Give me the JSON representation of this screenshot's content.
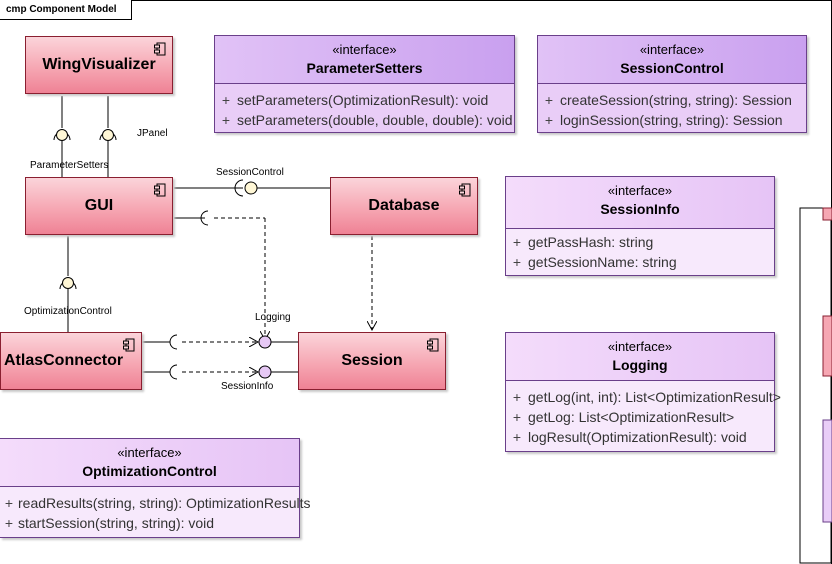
{
  "frame": {
    "title": "cmp Component Model"
  },
  "components": {
    "wing": "WingVisualizer",
    "gui": "GUI",
    "database": "Database",
    "atlas": "AtlasConnector",
    "session": "Session"
  },
  "interfaces": {
    "parameter_setters": {
      "stereotype": "«interface»",
      "name": "ParameterSetters",
      "ops": [
        "setParameters(OptimizationResult): void",
        "setParameters(double, double, double): void"
      ]
    },
    "session_control": {
      "stereotype": "«interface»",
      "name": "SessionControl",
      "ops": [
        "createSession(string, string): Session",
        "loginSession(string, string): Session"
      ]
    },
    "session_info": {
      "stereotype": "«interface»",
      "name": "SessionInfo",
      "ops": [
        "getPassHash: string",
        "getSessionName: string"
      ]
    },
    "logging": {
      "stereotype": "«interface»",
      "name": "Logging",
      "ops": [
        "getLog(int, int): List<OptimizationResult>",
        "getLog: List<OptimizationResult>",
        "logResult(OptimizationResult): void"
      ]
    },
    "optimization_control": {
      "stereotype": "«interface»",
      "name": "OptimizationControl",
      "ops": [
        "readResults(string, string): OptimizationResults",
        "startSession(string, string): void"
      ]
    }
  },
  "labels": {
    "jpanel": "JPanel",
    "parameter_setters": "ParameterSetters",
    "session_control": "SessionControl",
    "optimization_control": "OptimizationControl",
    "logging": "Logging",
    "session_info": "SessionInfo"
  },
  "op_prefix": "+",
  "colors": {
    "component": "#f6a7b3",
    "interface": "#d9b4f5",
    "border": "#8a1f30"
  }
}
